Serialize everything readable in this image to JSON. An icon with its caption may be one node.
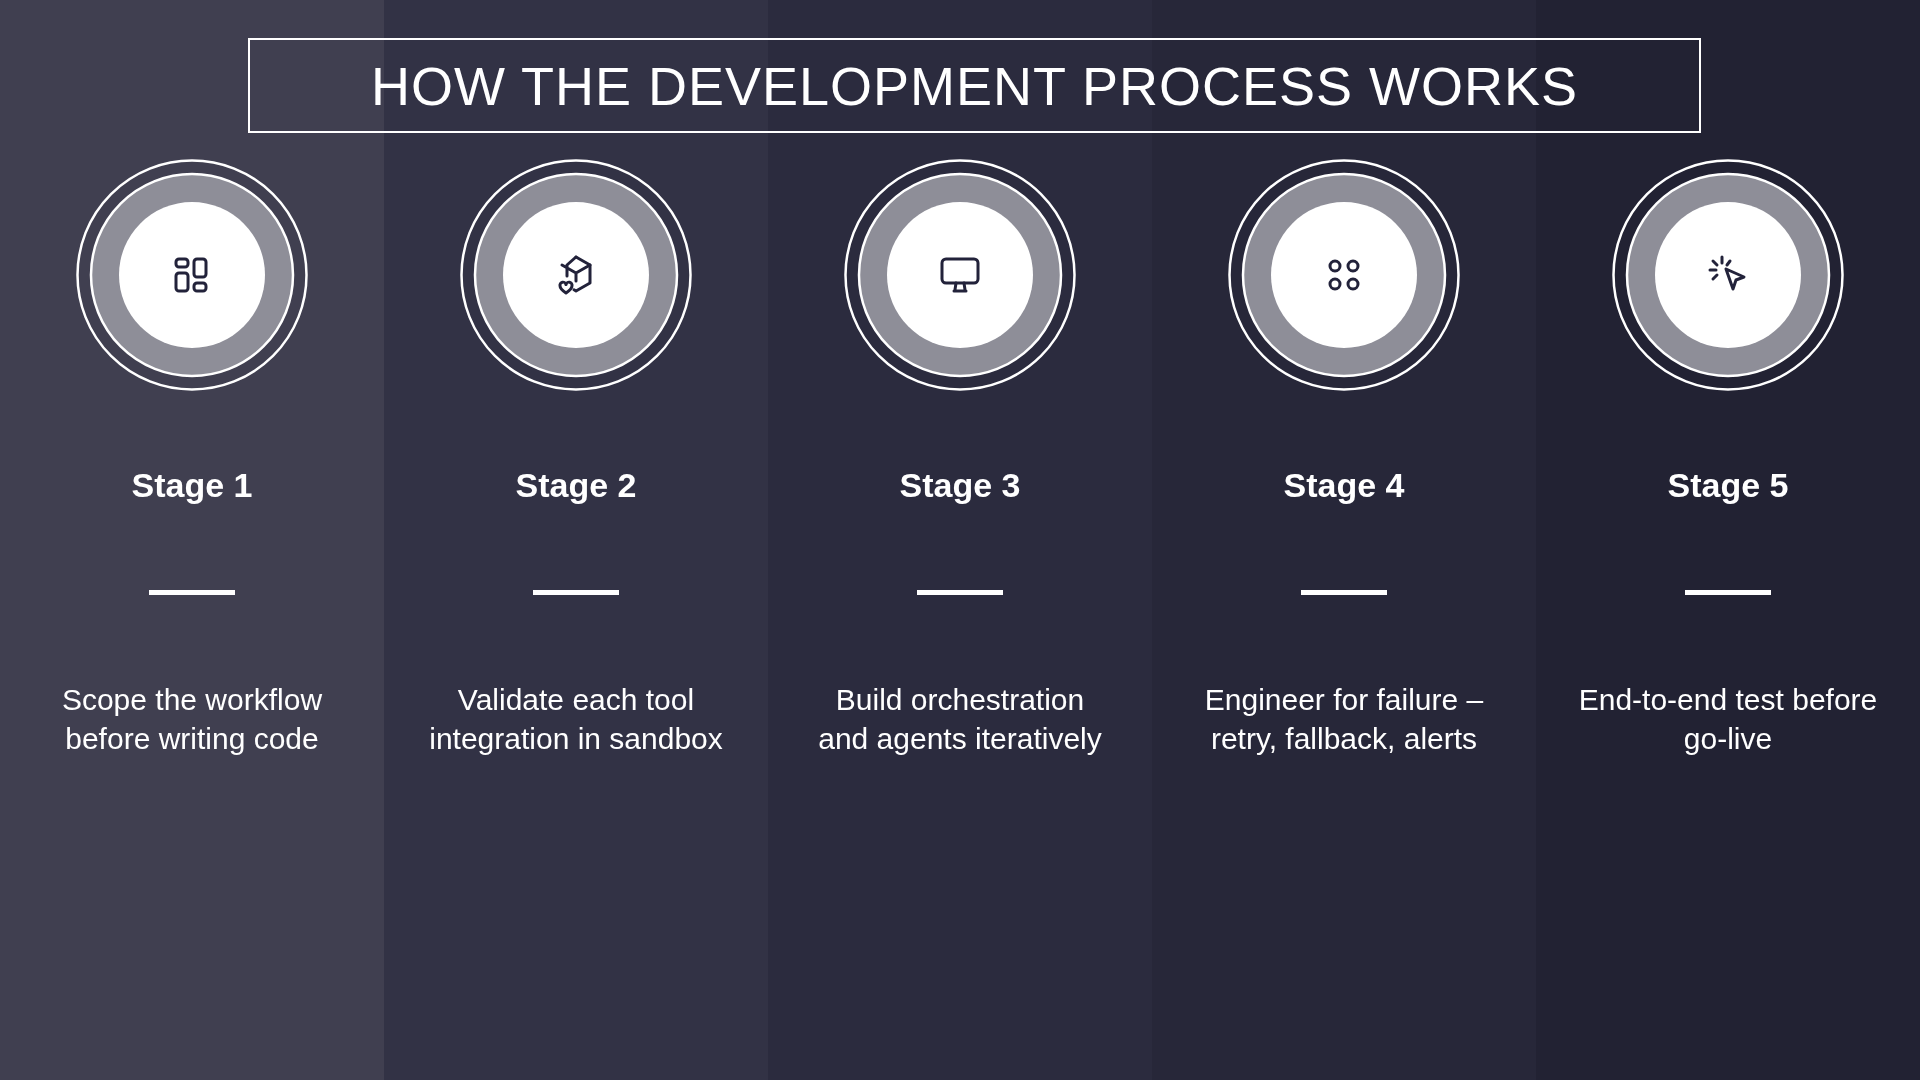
{
  "diagram": {
    "title": "HOW THE DEVELOPMENT PROCESS WORKS",
    "nodes": [
      {
        "text": [
          "Stage 1",
          "Scope the workflow before writing code"
        ]
      },
      {
        "text": [
          "Stage 2",
          "Validate each tool integration in sandbox"
        ]
      },
      {
        "text": [
          "Stage 3",
          "Build orchestration and agents iteratively"
        ]
      },
      {
        "text": [
          "Stage 4",
          "Engineer for failure – retry, fallback, alerts"
        ]
      },
      {
        "text": [
          "Stage 5",
          "End-to-end test before go-live"
        ]
      }
    ]
  }
}
